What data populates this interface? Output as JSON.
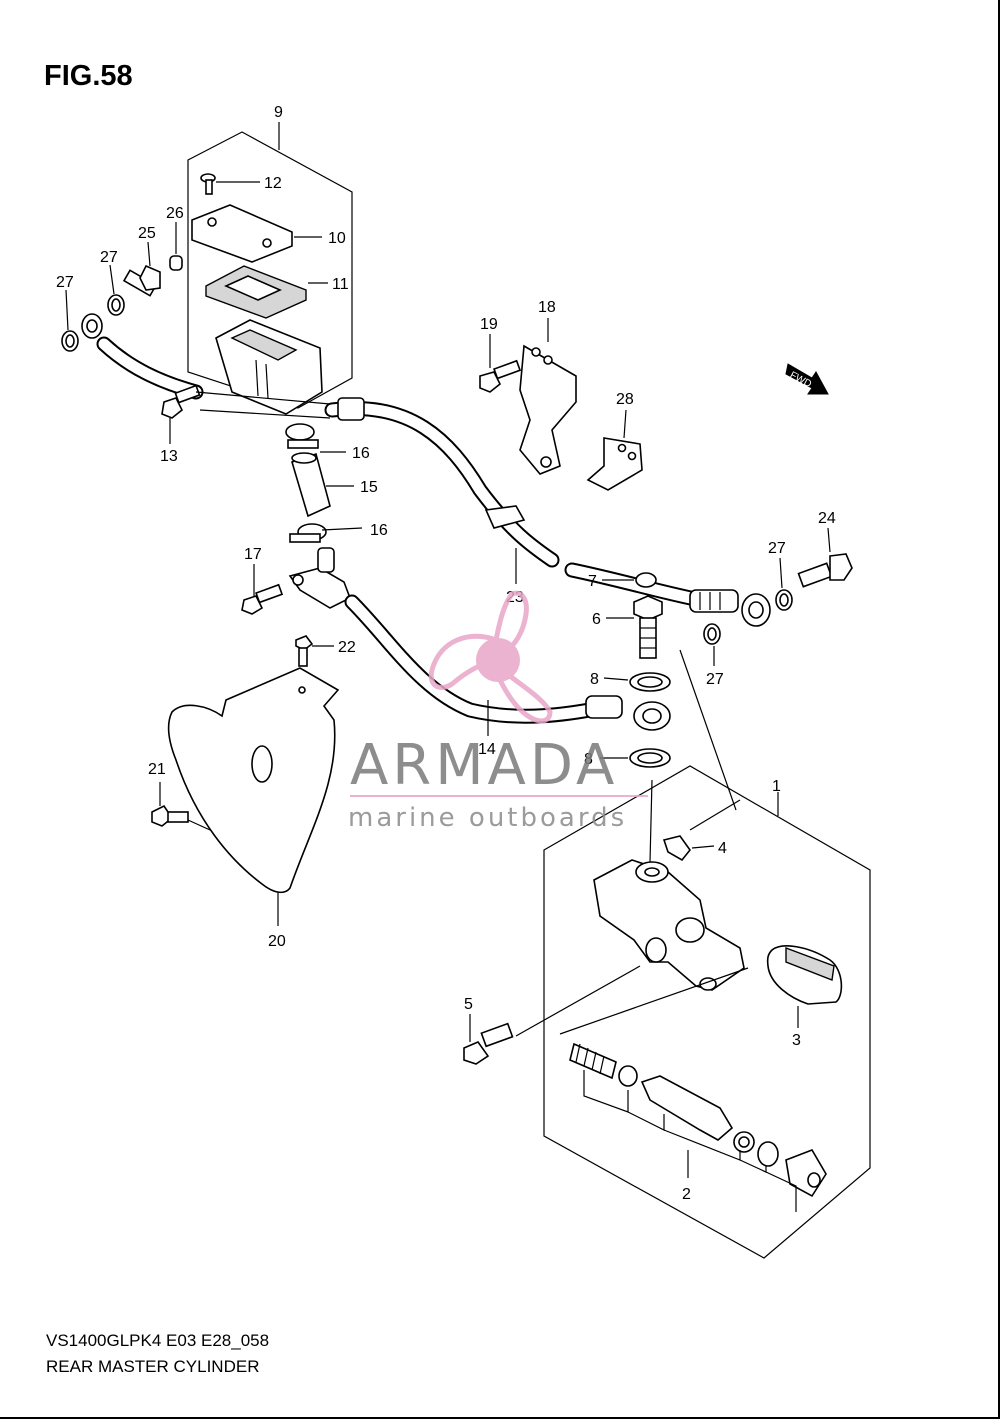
{
  "figure": {
    "title": "FIG.58",
    "model_code": "VS1400GLPK4 E03 E28_058",
    "caption": "REAR MASTER CYLINDER"
  },
  "watermark": {
    "brand": "ARMADA",
    "tagline": "marine outboards",
    "logo_color": "#e8a6c8",
    "text_color": "#7a7a7a"
  },
  "fwd_label": "FWD",
  "callouts": [
    "1",
    "2",
    "3",
    "4",
    "5",
    "6",
    "7",
    "8",
    "8",
    "9",
    "10",
    "11",
    "12",
    "13",
    "14",
    "15",
    "16",
    "16",
    "17",
    "18",
    "19",
    "20",
    "21",
    "22",
    "23",
    "24",
    "25",
    "26",
    "27",
    "27",
    "27",
    "27",
    "28"
  ]
}
